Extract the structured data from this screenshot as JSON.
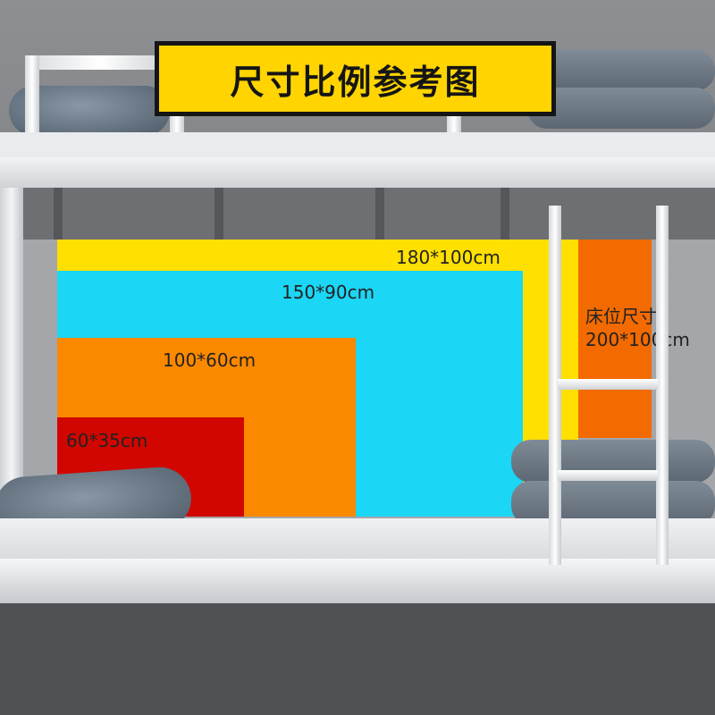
{
  "banner": {
    "title": "尺寸比例参考图"
  },
  "sizes": [
    {
      "label": "180*100cm",
      "color": "#ffe000"
    },
    {
      "label": "150*90cm",
      "color": "#1bd6f5"
    },
    {
      "label": "100*60cm",
      "color": "#fb8900"
    },
    {
      "label": "60*35cm",
      "color": "#d10600"
    }
  ],
  "bed": {
    "name": "床位尺寸",
    "size": "200*100cm",
    "color": "#f26a00"
  }
}
